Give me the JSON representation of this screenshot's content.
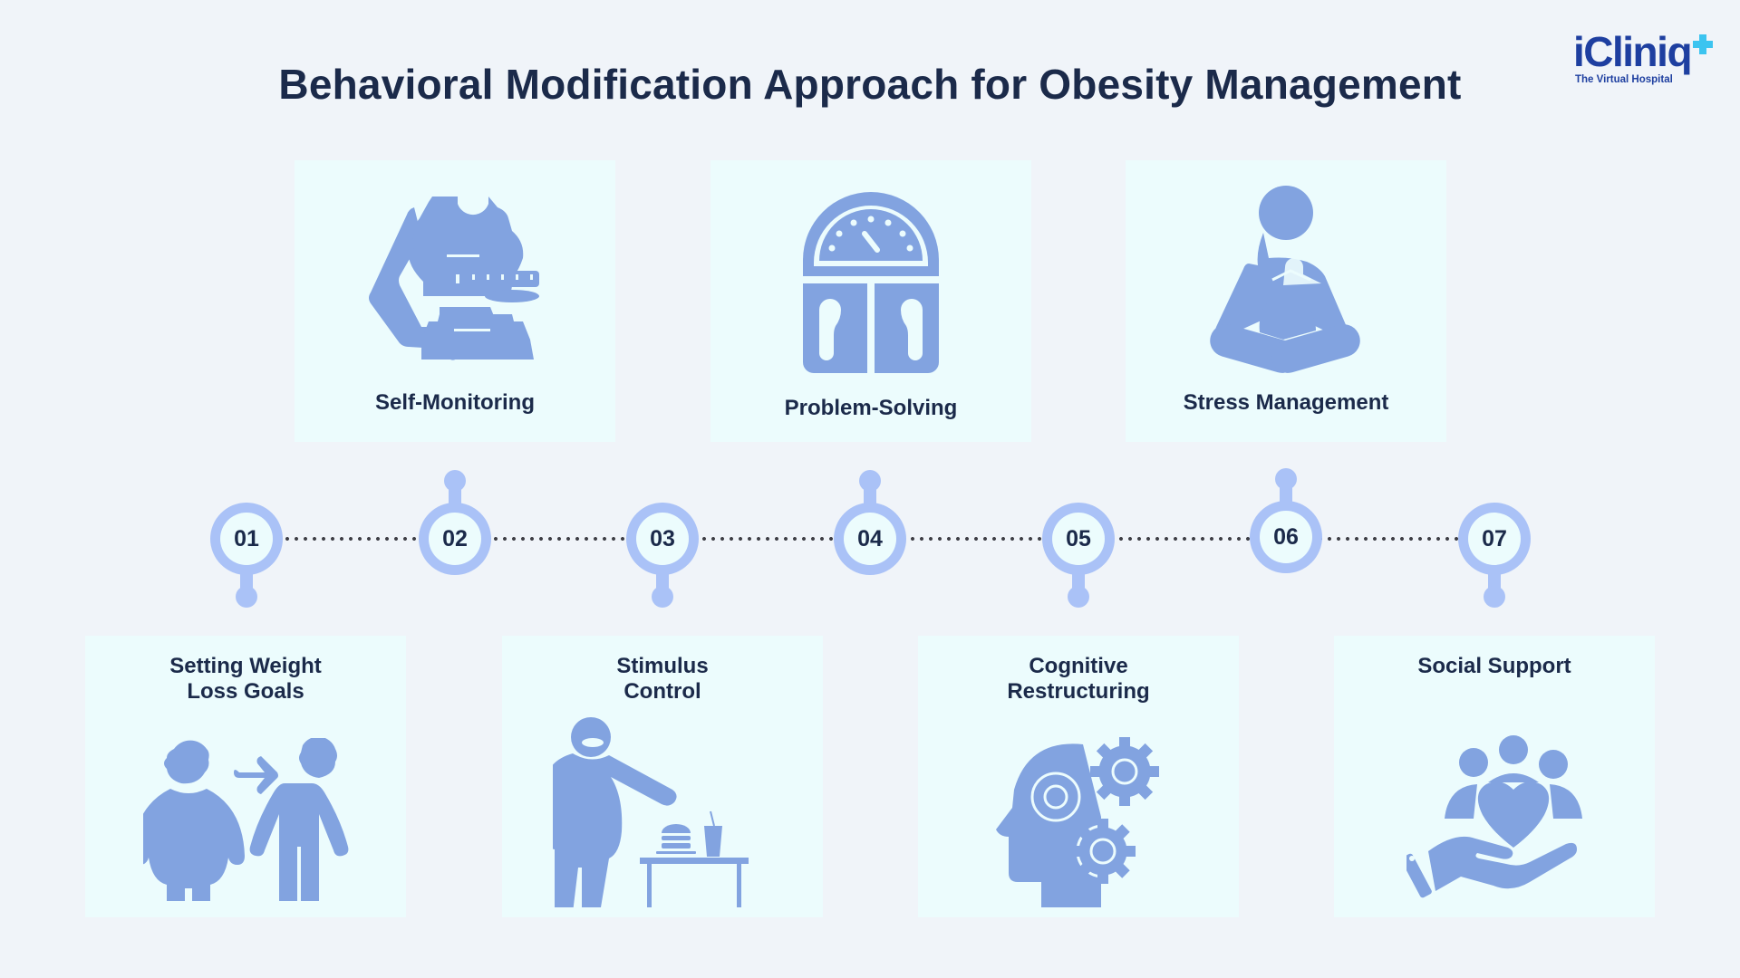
{
  "title": "Behavioral Modification Approach for Obesity Management",
  "logo": {
    "brand": "iCliniq",
    "tagline": "The Virtual Hospital",
    "plus_color": "#3cc4f0",
    "brand_color": "#1e3fa0"
  },
  "colors": {
    "background": "#f0f4f9",
    "card": "#ecfcfd",
    "icon": "#82a3e0",
    "ring": "#aac2f7",
    "text": "#1b2a4a"
  },
  "steps": [
    {
      "number": "01",
      "label_line1": "Setting Weight",
      "label_line2": "Loss Goals",
      "icon": "weight-loss-figures-icon",
      "position": "bottom"
    },
    {
      "number": "02",
      "label_line1": "Self-Monitoring",
      "label_line2": "",
      "icon": "measuring-tape-torso-icon",
      "position": "top"
    },
    {
      "number": "03",
      "label_line1": "Stimulus",
      "label_line2": "Control",
      "icon": "person-refusing-food-icon",
      "position": "bottom"
    },
    {
      "number": "04",
      "label_line1": "Problem-Solving",
      "label_line2": "",
      "icon": "weighing-scale-icon",
      "position": "top"
    },
    {
      "number": "05",
      "label_line1": "Cognitive",
      "label_line2": "Restructuring",
      "icon": "head-gears-icon",
      "position": "bottom"
    },
    {
      "number": "06",
      "label_line1": "Stress Management",
      "label_line2": "",
      "icon": "meditation-icon",
      "position": "top"
    },
    {
      "number": "07",
      "label_line1": "Social Support",
      "label_line2": "",
      "icon": "hand-heart-people-icon",
      "position": "bottom"
    }
  ]
}
